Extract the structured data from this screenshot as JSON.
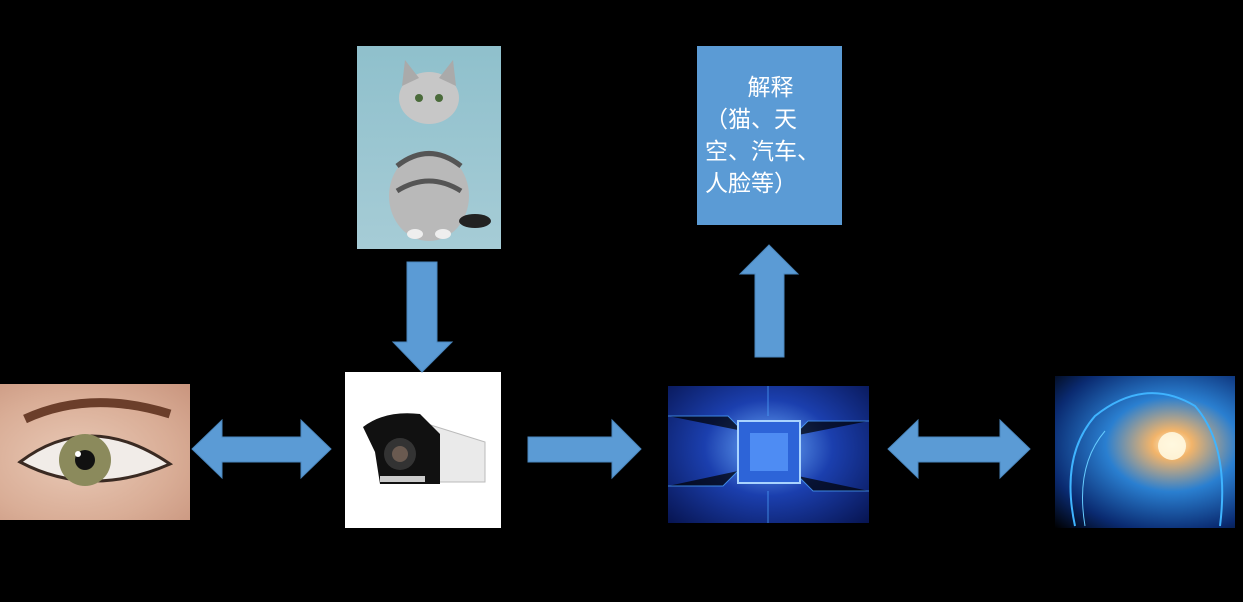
{
  "diagram": {
    "nodes": {
      "cat": {
        "icon": "cat-photo"
      },
      "eye": {
        "icon": "eye-photo"
      },
      "camera": {
        "icon": "camera-photo"
      },
      "chip": {
        "icon": "chip-photo"
      },
      "brain": {
        "icon": "brain-photo"
      }
    },
    "label_box": {
      "title": "解释",
      "body": "（猫、天\n空、汽车、\n人脸等）"
    },
    "arrow_color": "#5b9bd5"
  }
}
